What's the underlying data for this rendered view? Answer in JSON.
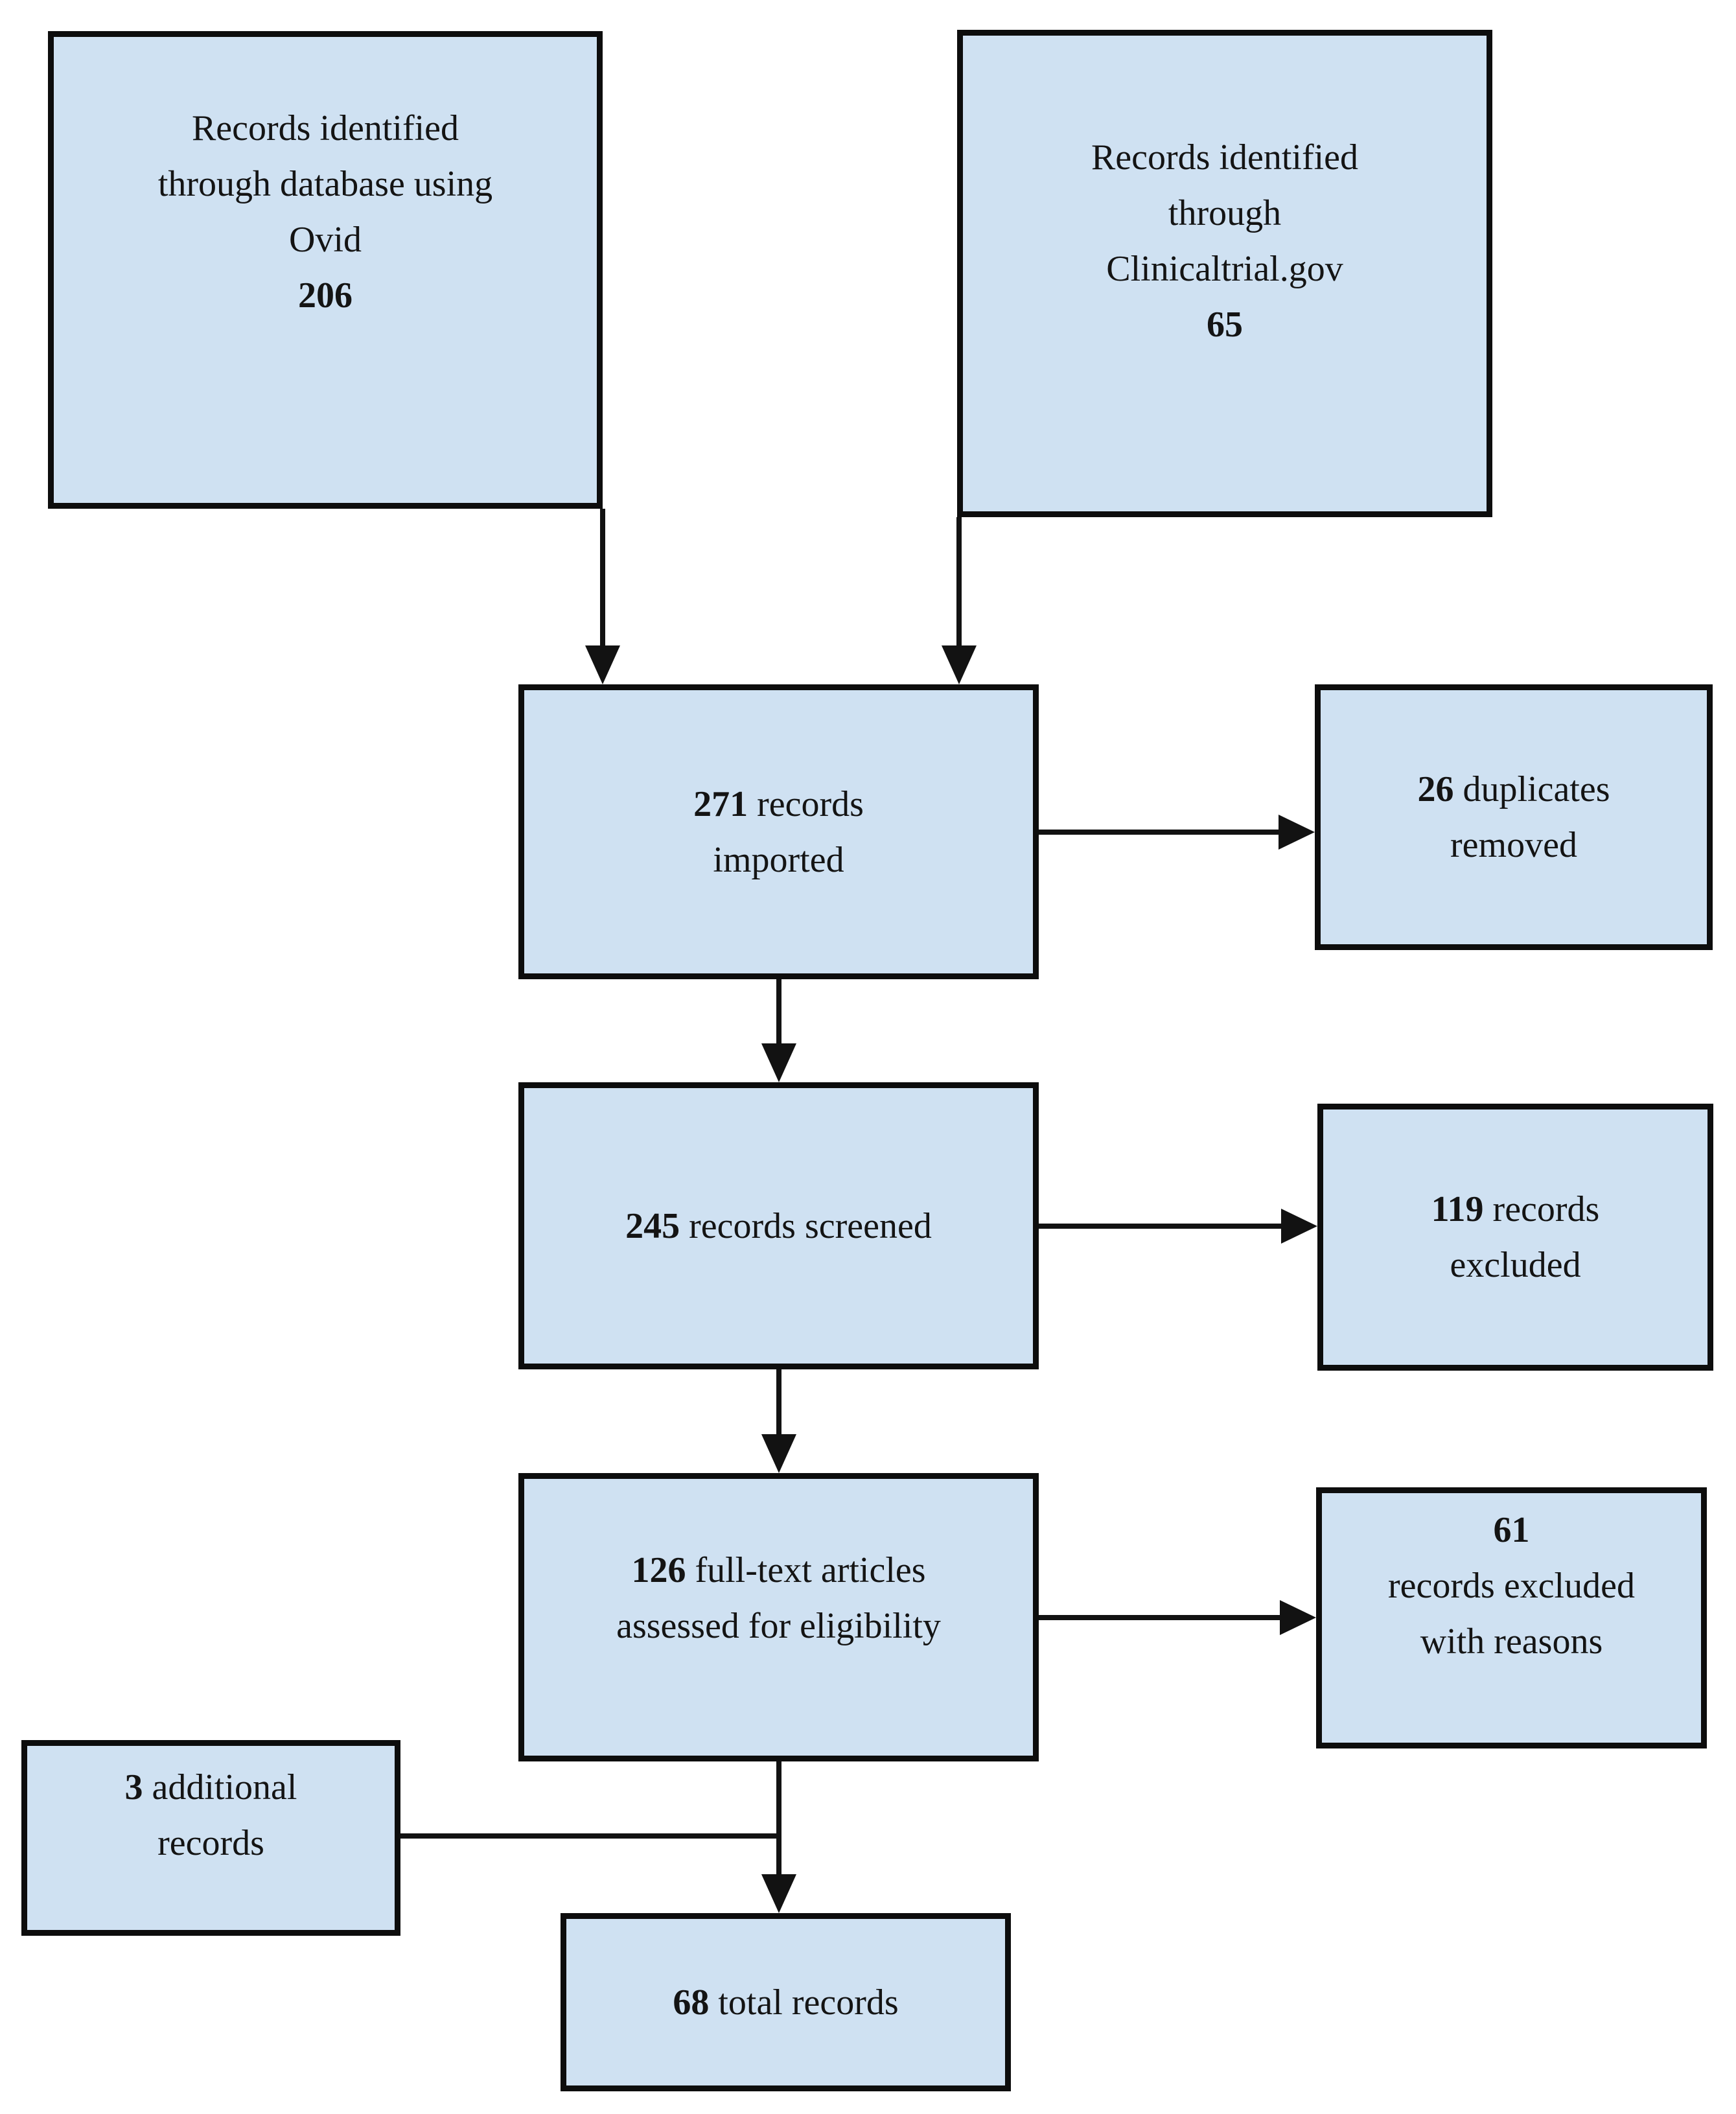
{
  "colors": {
    "box_fill": "#cfe1f2",
    "box_border": "#0d0d0d",
    "line": "#121212",
    "text": "#141414",
    "background": "#ffffff"
  },
  "diagram": {
    "type": "flowchart",
    "boxes": {
      "ovid": {
        "line1": "Records identified",
        "line2": "through database using",
        "line3": "Ovid",
        "count": "206"
      },
      "clinicaltrial": {
        "line1": "Records identified",
        "line2": "through",
        "line3": "Clinicaltrial.gov",
        "count": "65"
      },
      "imported": {
        "count": "271",
        "rest": " records",
        "line2": "imported"
      },
      "duplicates": {
        "count": "26",
        "rest": " duplicates",
        "line2": "removed"
      },
      "screened": {
        "count": "245",
        "rest": " records screened"
      },
      "excluded_screening": {
        "count": "119",
        "rest": " records",
        "line2": "excluded"
      },
      "fulltext": {
        "count": "126",
        "rest": " full-text articles",
        "line2": "assessed for eligibility"
      },
      "excluded_fulltext": {
        "count": "61",
        "line2": "records excluded",
        "line3": "with reasons"
      },
      "additional": {
        "count": "3",
        "rest": " additional",
        "line2": "records"
      },
      "total": {
        "count": "68",
        "rest": " total records"
      }
    }
  }
}
